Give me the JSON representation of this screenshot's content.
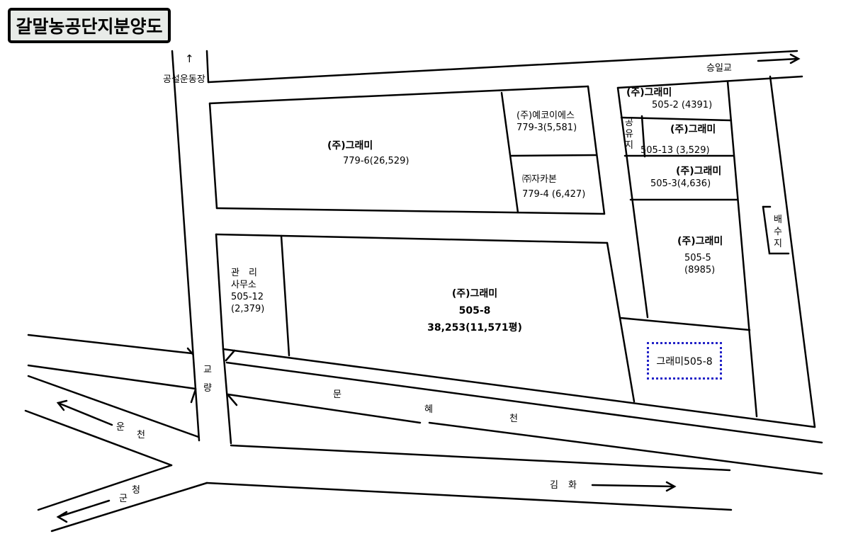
{
  "title": "갈말농공단지분양도",
  "roads": {
    "north_up_label": "공설운동장",
    "north_up_arrow": "↑",
    "east_label": "승일교",
    "bridge_label": [
      "교",
      "량"
    ],
    "stream_label": [
      "문",
      "혜",
      "천"
    ],
    "west_upper_label": [
      "운",
      "천"
    ],
    "west_lower_label": [
      "군",
      "청"
    ],
    "south_label": [
      "김",
      "화"
    ]
  },
  "parcels": [
    {
      "id": "779-6",
      "owner": "(주)그래미",
      "lot": "779-6(26,529)"
    },
    {
      "id": "779-3",
      "owner": "(주)예코이에스",
      "lot": "779-3(5,581)"
    },
    {
      "id": "779-4",
      "owner": "㈜자카본",
      "lot": "779-4 (6,427)"
    },
    {
      "id": "505-2",
      "owner": "(주)그래미",
      "lot": "505-2 (4391)"
    },
    {
      "id": "505-13",
      "owner": "(주)그래미",
      "lot": "505-13 (3,529)",
      "side_label": [
        "공",
        "유",
        "지"
      ]
    },
    {
      "id": "505-3",
      "owner": "(주)그래미",
      "lot": "505-3(4,636)"
    },
    {
      "id": "505-5",
      "owner": "(주)그래미",
      "lot": "505-5",
      "area": "(8985)"
    },
    {
      "id": "505-12",
      "owner_lines": [
        "관　리",
        "사무소"
      ],
      "lot": "505-12",
      "area": "(2,379)"
    },
    {
      "id": "505-8",
      "owner": "(주)그래미",
      "lot": "505-8",
      "area": "38,253(11,571평)"
    }
  ],
  "reservoir_label": [
    "배",
    "수",
    "지"
  ],
  "highlight_box": {
    "label": "그래미505-8",
    "border_color": "#2323c8"
  }
}
